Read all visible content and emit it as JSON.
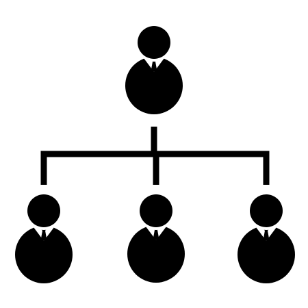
{
  "diagram": {
    "type": "org-chart",
    "icon": "person-with-tie-icon",
    "colors": {
      "background": "#ffffff",
      "figure": "#000000",
      "collar": "#ffffff"
    },
    "nodes": [
      {
        "id": "top",
        "level": 0,
        "icon": "person-with-tie-icon"
      },
      {
        "id": "left",
        "level": 1,
        "icon": "person-with-tie-icon"
      },
      {
        "id": "middle",
        "level": 1,
        "icon": "person-with-tie-icon"
      },
      {
        "id": "right",
        "level": 1,
        "icon": "person-with-tie-icon"
      }
    ],
    "edges": [
      {
        "from": "top",
        "to": "left"
      },
      {
        "from": "top",
        "to": "middle"
      },
      {
        "from": "top",
        "to": "right"
      }
    ]
  }
}
